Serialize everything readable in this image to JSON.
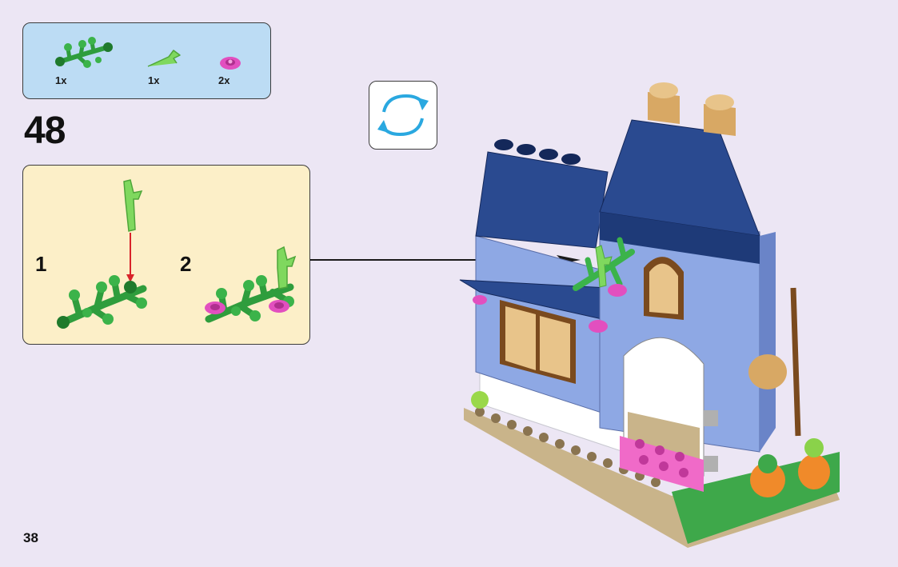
{
  "parts_list": {
    "items": [
      {
        "icon": "green-branch-plate-icon",
        "quantity": "1x"
      },
      {
        "icon": "green-stem-piece-icon",
        "quantity": "1x"
      },
      {
        "icon": "pink-flower-icon",
        "quantity": "2x"
      }
    ]
  },
  "step": {
    "number": "48"
  },
  "rotate_indicator": {
    "icon": "rotate-arrows-icon"
  },
  "sub_steps": [
    {
      "number": "1"
    },
    {
      "number": "2"
    }
  ],
  "page": {
    "number": "38"
  },
  "colors": {
    "page_bg": "#ece6f4",
    "parts_bg": "#bcdcf4",
    "substep_bg": "#fcefc8",
    "rotate_arrow": "#2aa8e0",
    "roof_blue": "#1e3a78",
    "wall_blue": "#8ea8e4",
    "leaf_green": "#3bb34a",
    "flower_pink": "#e24fbf",
    "arrow_red": "#d8232a"
  }
}
